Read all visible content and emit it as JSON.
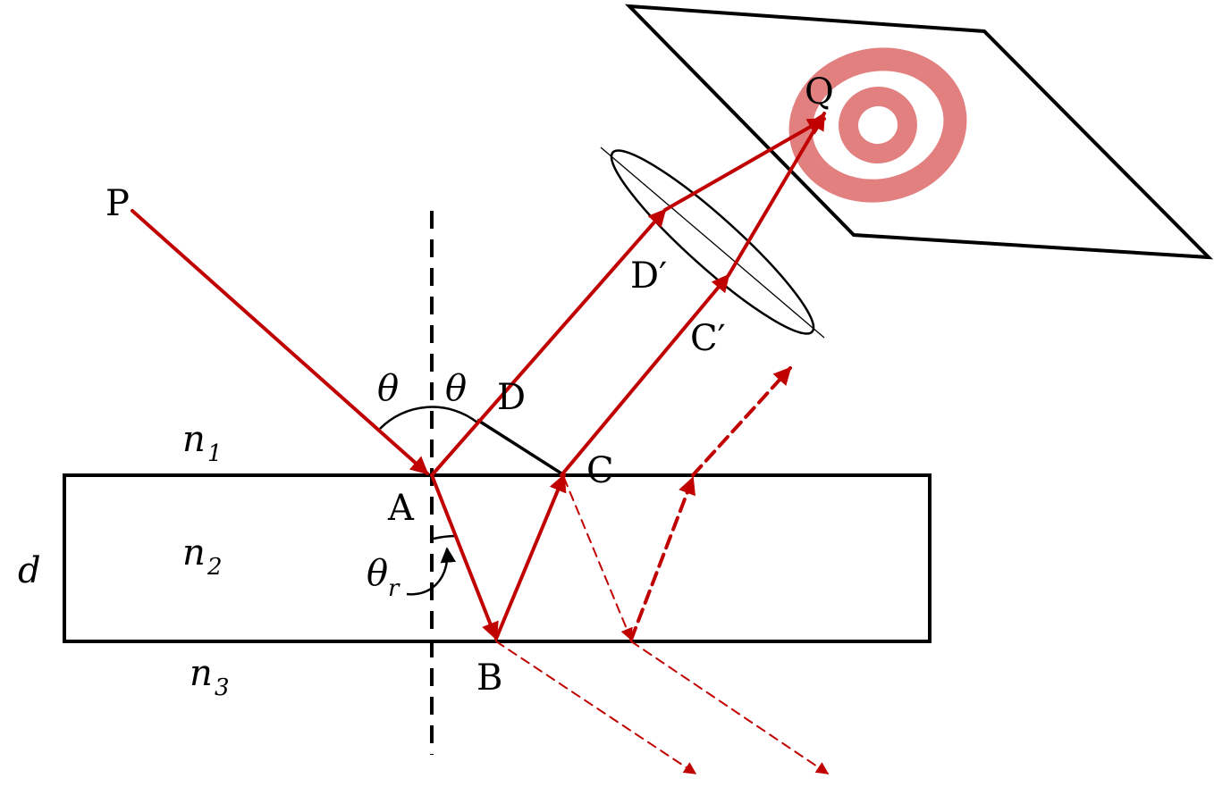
{
  "colors": {
    "ray": "#c00000",
    "ring": "#e28080",
    "stroke": "#000000",
    "background": "#ffffff"
  },
  "labels": {
    "P": "P",
    "Q": "Q",
    "A": "A",
    "B": "B",
    "C": "C",
    "D": "D",
    "D_prime": "D′",
    "C_prime": "C′",
    "theta_incident": "θ",
    "theta_reflected": "θ",
    "theta_r": "θ",
    "theta_r_sub": "r",
    "n1": "n",
    "n1_sub": "1",
    "n2": "n",
    "n2_sub": "2",
    "n3": "n",
    "n3_sub": "3",
    "d": "d"
  }
}
